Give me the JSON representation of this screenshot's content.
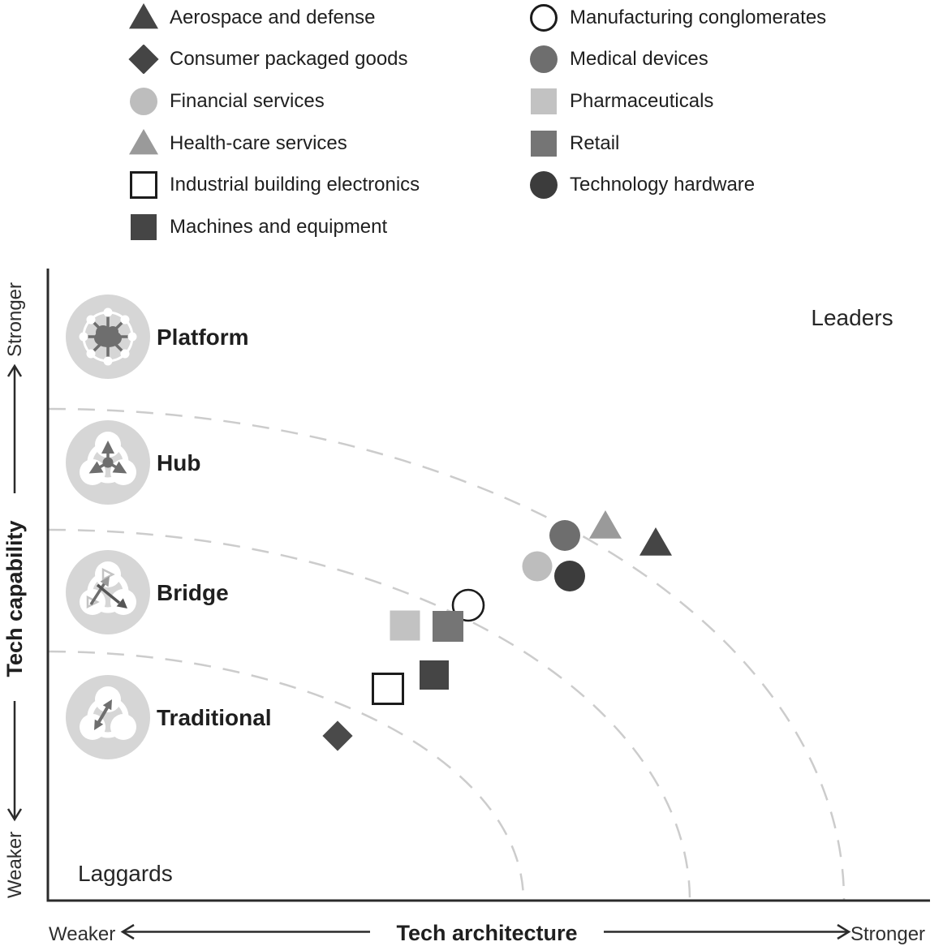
{
  "legend": {
    "columns": [
      {
        "items": [
          {
            "label": "Aerospace and defense",
            "shape": "triangle",
            "color": "#454545"
          },
          {
            "label": "Consumer packaged goods",
            "shape": "diamond",
            "color": "#454545"
          },
          {
            "label": "Financial services",
            "shape": "circle",
            "color": "#bdbdbd"
          },
          {
            "label": "Health-care services",
            "shape": "triangle",
            "color": "#9a9a9a"
          },
          {
            "label": "Industrial building electronics",
            "shape": "square-outline",
            "color": "#ffffff"
          },
          {
            "label": "Machines and equipment",
            "shape": "square",
            "color": "#454545"
          }
        ]
      },
      {
        "items": [
          {
            "label": "Manufacturing conglomerates",
            "shape": "circle-outline",
            "color": "#ffffff"
          },
          {
            "label": "Medical devices",
            "shape": "circle",
            "color": "#6e6e6e"
          },
          {
            "label": "Pharmaceuticals",
            "shape": "square",
            "color": "#c2c2c2"
          },
          {
            "label": "Retail",
            "shape": "square",
            "color": "#757575"
          },
          {
            "label": "Technology hardware",
            "shape": "circle",
            "color": "#3c3c3c"
          }
        ]
      }
    ]
  },
  "chart_data": {
    "type": "scatter",
    "xaxis": {
      "label": "Tech architecture",
      "left": "Weaker",
      "right": "Stronger",
      "range": [
        0,
        100
      ]
    },
    "yaxis": {
      "label": "Tech capability",
      "bottom": "Weaker",
      "top": "Stronger",
      "range": [
        0,
        100
      ]
    },
    "corner_annotations": {
      "top_right": "Leaders",
      "bottom_left": "Laggards"
    },
    "zones": [
      {
        "label": "Platform"
      },
      {
        "label": "Hub"
      },
      {
        "label": "Bridge"
      },
      {
        "label": "Traditional"
      }
    ],
    "zone_arcs": [
      {
        "between": [
          "Platform",
          "Hub"
        ],
        "rx": 980,
        "ry": 606
      },
      {
        "between": [
          "Hub",
          "Bridge"
        ],
        "rx": 790,
        "ry": 457
      },
      {
        "between": [
          "Bridge",
          "Traditional"
        ],
        "rx": 585,
        "ry": 307
      }
    ],
    "points": [
      {
        "industry": "Manufacturing conglomerates",
        "shape": "circle",
        "outline": true,
        "color": "#ffffff",
        "x": 47.6,
        "y": 46.7,
        "px": [
          577,
          746
        ],
        "size": 38
      },
      {
        "industry": "Pharmaceuticals",
        "shape": "square",
        "outline": false,
        "color": "#c2c2c2",
        "x": 40.5,
        "y": 43.5,
        "px": [
          499,
          771
        ],
        "size": 37
      },
      {
        "industry": "Retail",
        "shape": "square",
        "outline": false,
        "color": "#757575",
        "x": 45.3,
        "y": 43.3,
        "px": [
          552,
          772
        ],
        "size": 38
      },
      {
        "industry": "Machines and equipment",
        "shape": "square",
        "outline": false,
        "color": "#454545",
        "x": 43.8,
        "y": 35.6,
        "px": [
          535,
          832
        ],
        "size": 36
      },
      {
        "industry": "Industrial building electronics",
        "shape": "square",
        "outline": true,
        "color": "#ffffff",
        "x": 38.5,
        "y": 33.5,
        "px": [
          478,
          849
        ],
        "size": 37
      },
      {
        "industry": "Consumer packaged goods",
        "shape": "diamond",
        "outline": false,
        "color": "#4a4a4a",
        "x": 32.8,
        "y": 26.0,
        "px": [
          416,
          907
        ],
        "size": 30
      },
      {
        "industry": "Medical devices",
        "shape": "circle",
        "outline": false,
        "color": "#6e6e6e",
        "x": 58.6,
        "y": 57.7,
        "px": [
          696,
          660
        ],
        "size": 38
      },
      {
        "industry": "Health-care services",
        "shape": "triangle",
        "outline": false,
        "color": "#9a9a9a",
        "x": 63.2,
        "y": 59.2,
        "px": [
          746,
          649
        ],
        "size": 40
      },
      {
        "industry": "Aerospace and defense",
        "shape": "triangle",
        "outline": false,
        "color": "#454545",
        "x": 68.9,
        "y": 56.4,
        "px": [
          808,
          670
        ],
        "size": 40
      },
      {
        "industry": "Financial services",
        "shape": "circle",
        "outline": false,
        "color": "#bdbdbd",
        "x": 55.5,
        "y": 52.8,
        "px": [
          662,
          698
        ],
        "size": 37
      },
      {
        "industry": "Technology hardware",
        "shape": "circle",
        "outline": false,
        "color": "#3c3c3c",
        "x": 59.2,
        "y": 51.3,
        "px": [
          702,
          710
        ],
        "size": 38
      }
    ]
  },
  "colors": {
    "axis": "#2b2b2b",
    "arc_dash": "#cccccc",
    "zone_icon_bg": "#d6d6d6",
    "zone_icon_glyph": "#6e6e6e",
    "outline_stroke": "#1c1c1c",
    "text": "#1f1f1f"
  }
}
